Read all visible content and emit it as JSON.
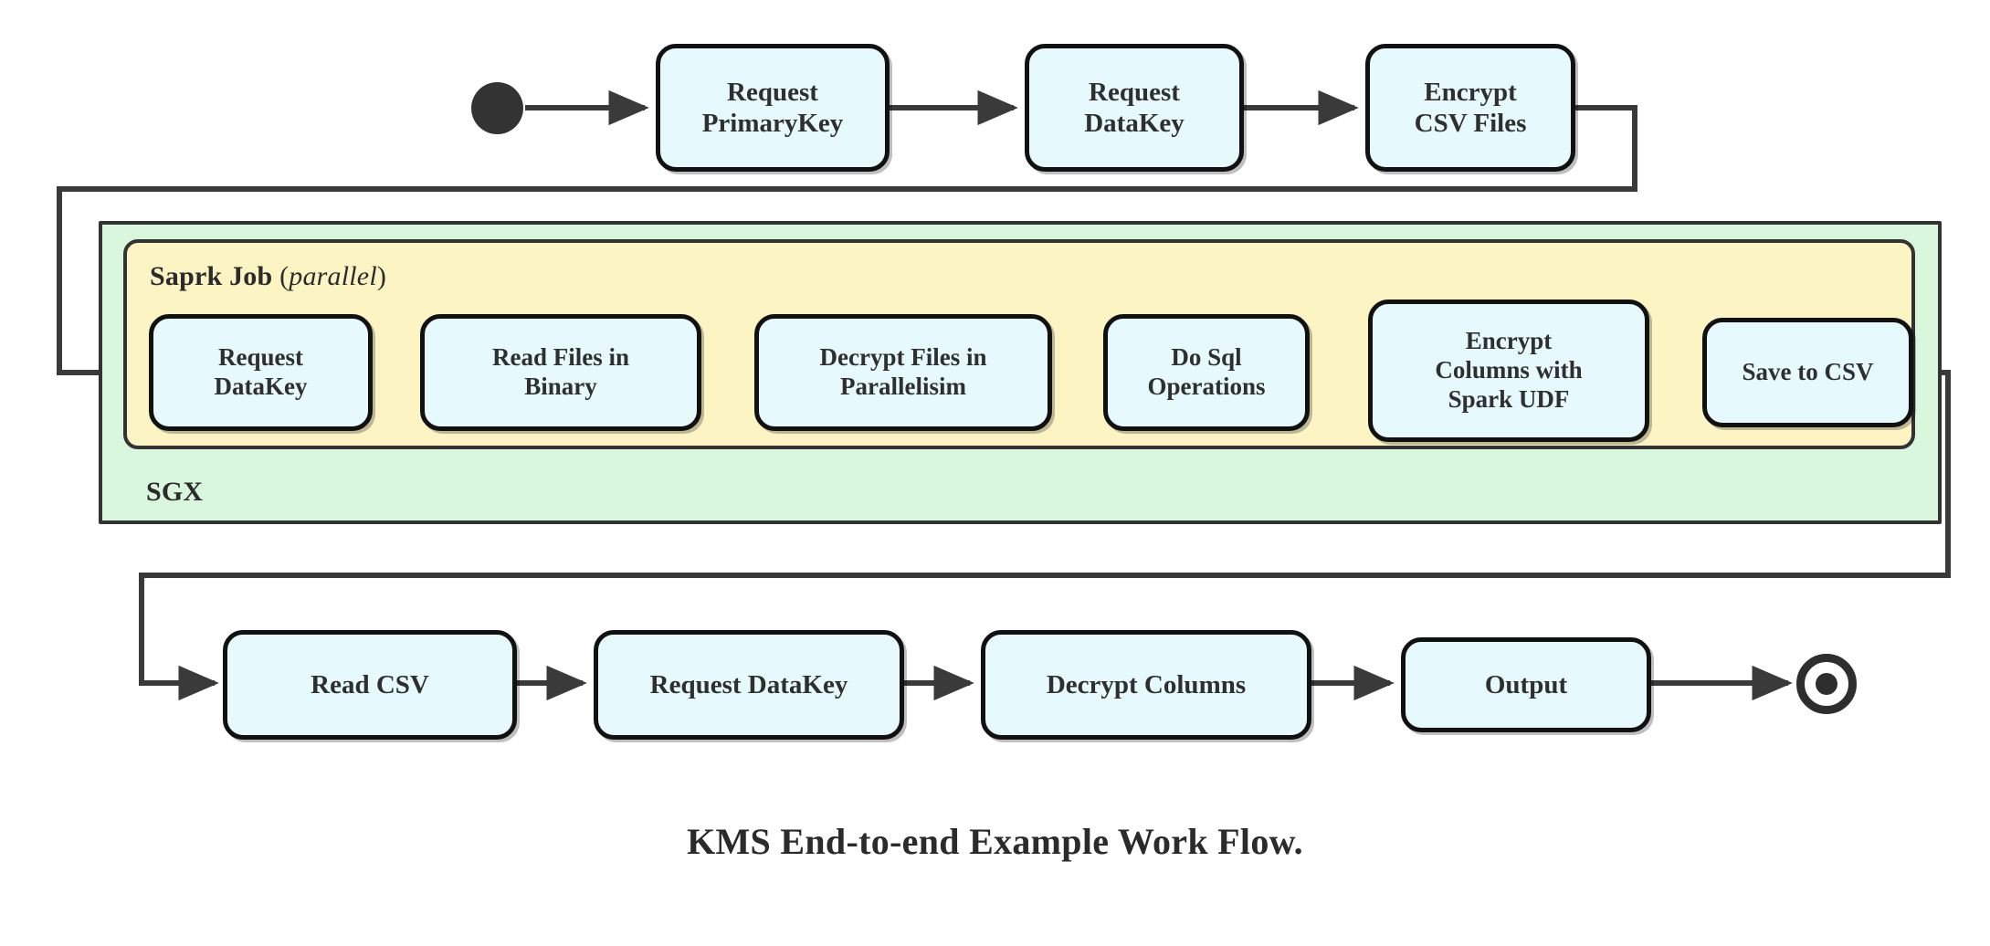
{
  "diagram": {
    "caption": "KMS End-to-end Example Work Flow.",
    "colors": {
      "node_fill": "#e6fafd",
      "node_stroke": "#111111",
      "sgx_fill": "#d9f7dd",
      "spark_fill": "#fdf4c4",
      "container_stroke": "#333333",
      "edge_stroke": "#3a3a3a",
      "text": "#2f2f2f"
    },
    "containers": {
      "sgx": {
        "label": "SGX"
      },
      "spark": {
        "label_bold": "Saprk Job",
        "label_paren_open": "(",
        "label_italic": "parallel",
        "label_paren_close": ")"
      }
    },
    "markers": {
      "start": "start-node",
      "end": "end-node"
    },
    "top_row": [
      {
        "id": "request-primarykey",
        "lines": [
          "Request",
          "PrimaryKey"
        ]
      },
      {
        "id": "request-datakey-top",
        "lines": [
          "Request",
          "DataKey"
        ]
      },
      {
        "id": "encrypt-csv-files",
        "lines": [
          "Encrypt",
          "CSV Files"
        ]
      }
    ],
    "spark_row": [
      {
        "id": "request-datakey-spark",
        "lines": [
          "Request",
          "DataKey"
        ]
      },
      {
        "id": "read-files-in-binary",
        "lines": [
          "Read Files in",
          "Binary"
        ]
      },
      {
        "id": "decrypt-files-in-parallelisim",
        "lines": [
          "Decrypt Files in",
          "Parallelisim"
        ]
      },
      {
        "id": "do-sql-operations",
        "lines": [
          "Do Sql",
          "Operations"
        ]
      },
      {
        "id": "encrypt-columns-with-spark-udf",
        "lines": [
          "Encrypt",
          "Columns with",
          "Spark UDF"
        ]
      },
      {
        "id": "save-to-csv",
        "lines": [
          "Save to CSV"
        ]
      }
    ],
    "bottom_row": [
      {
        "id": "read-csv",
        "lines": [
          "Read CSV"
        ]
      },
      {
        "id": "request-datakey-bottom",
        "lines": [
          "Request DataKey"
        ]
      },
      {
        "id": "decrypt-columns",
        "lines": [
          "Decrypt Columns"
        ]
      },
      {
        "id": "output",
        "lines": [
          "Output"
        ]
      }
    ]
  }
}
